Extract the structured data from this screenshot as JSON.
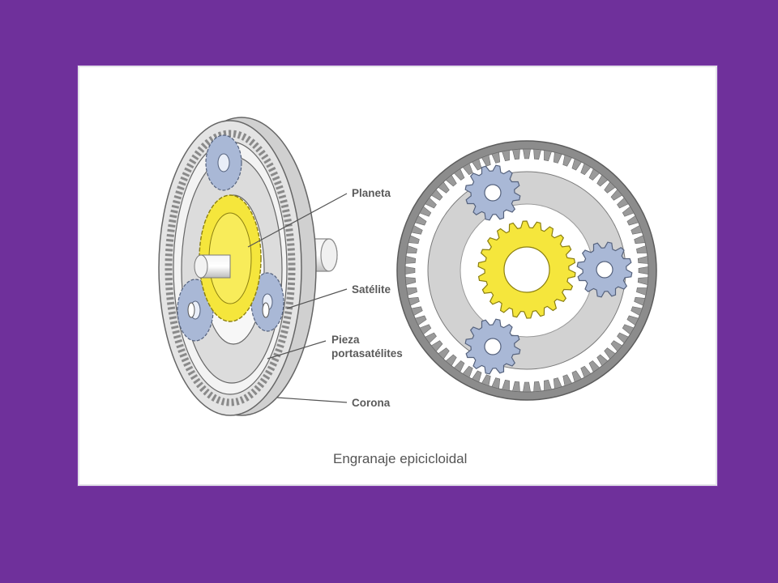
{
  "labels": {
    "planet": "Planeta",
    "satellite": "Satélite",
    "carrier_line1": "Pieza",
    "carrier_line2": "portasatélites",
    "ring": "Corona"
  },
  "caption": "Engranaje epicicloidal",
  "colors": {
    "background": "#6f309b",
    "card": "#ffffff",
    "sun_gear": "#f5e63c",
    "planet_gears": "#a9b8d6",
    "ring_gear": "#8c8c8c",
    "carrier": "#d2d2d2",
    "label_text": "#5a5a5a"
  }
}
